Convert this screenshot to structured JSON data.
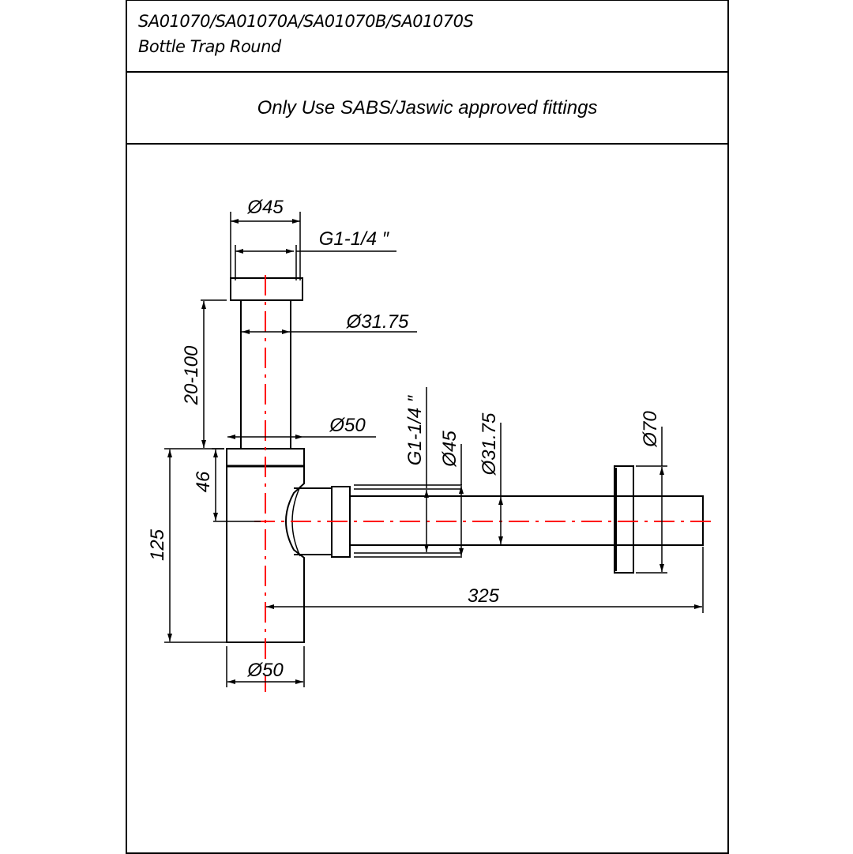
{
  "header": {
    "product_codes": "SA01070/SA01070A/SA01070B/SA01070S",
    "product_name": "Bottle Trap Round"
  },
  "notice": "Only Use SABS/Jaswic approved fittings",
  "colors": {
    "outline": "#000000",
    "centerline": "#ff0000"
  },
  "dimensions": {
    "top_cap_diameter": "Ø45",
    "top_thread": "G1-1/4 ″",
    "upper_pipe_diameter": "Ø31.75",
    "height_adjust": "20-100",
    "body_top_diameter": "Ø50",
    "outlet_height": "46",
    "body_height": "125",
    "body_bottom_diameter": "Ø50",
    "outlet_length": "325",
    "outlet_thread": "G1-1/4 ″",
    "outlet_nut_diameter": "Ø45",
    "outlet_pipe_diameter": "Ø31.75",
    "flange_diameter": "Ø70"
  }
}
